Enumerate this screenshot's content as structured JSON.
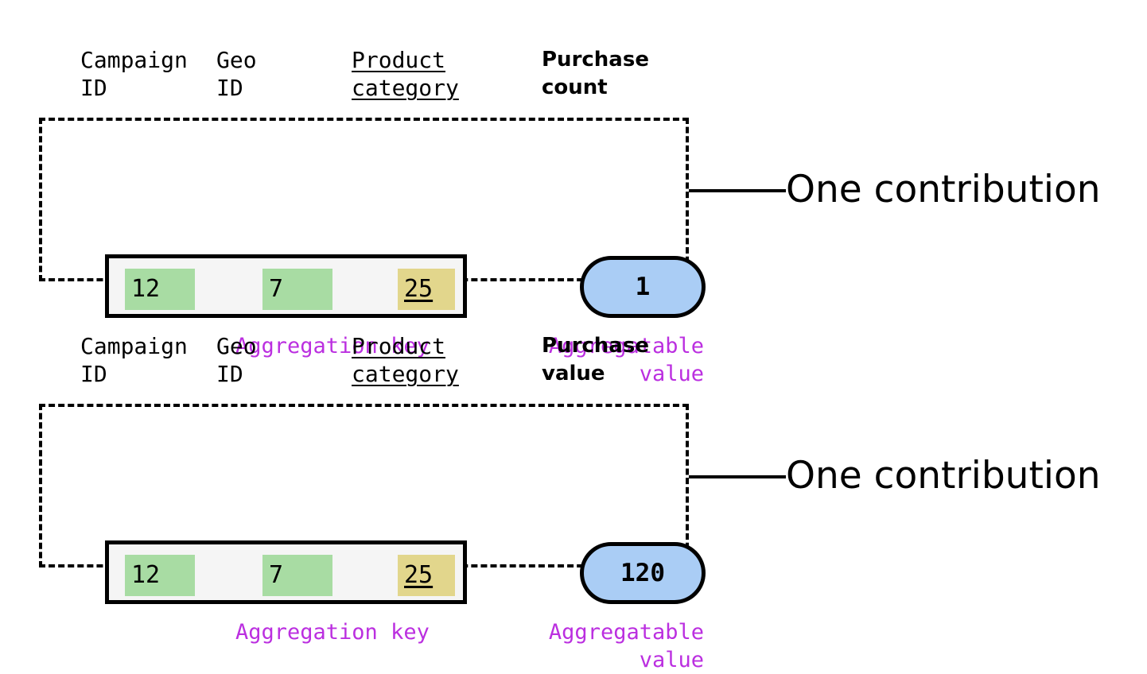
{
  "colors": {
    "key_cell_dimension": "#a8dca3",
    "key_cell_highlight": "#e2d68c",
    "value_pill": "#aacdf5",
    "annotation": "#bb2fe0",
    "key_box_fill": "#f5f5f5",
    "stroke": "#000000"
  },
  "blocks": [
    {
      "headers": {
        "campaign_id": "Campaign\nID",
        "geo_id": "Geo\nID",
        "product_category": "Product\ncategory",
        "metric": "Purchase\ncount"
      },
      "key": {
        "campaign_id": "12",
        "geo_id": "7",
        "product_category": "25"
      },
      "value": "1",
      "annotations": {
        "key_label": "Aggregation key",
        "value_label": "Aggregatable\nvalue"
      },
      "callout": "One contribution"
    },
    {
      "headers": {
        "campaign_id": "Campaign\nID",
        "geo_id": "Geo\nID",
        "product_category": "Product\ncategory",
        "metric": "Purchase\nvalue"
      },
      "key": {
        "campaign_id": "12",
        "geo_id": "7",
        "product_category": "25"
      },
      "value": "120",
      "annotations": {
        "key_label": "Aggregation key",
        "value_label": "Aggregatable\nvalue"
      },
      "callout": "One contribution"
    }
  ]
}
